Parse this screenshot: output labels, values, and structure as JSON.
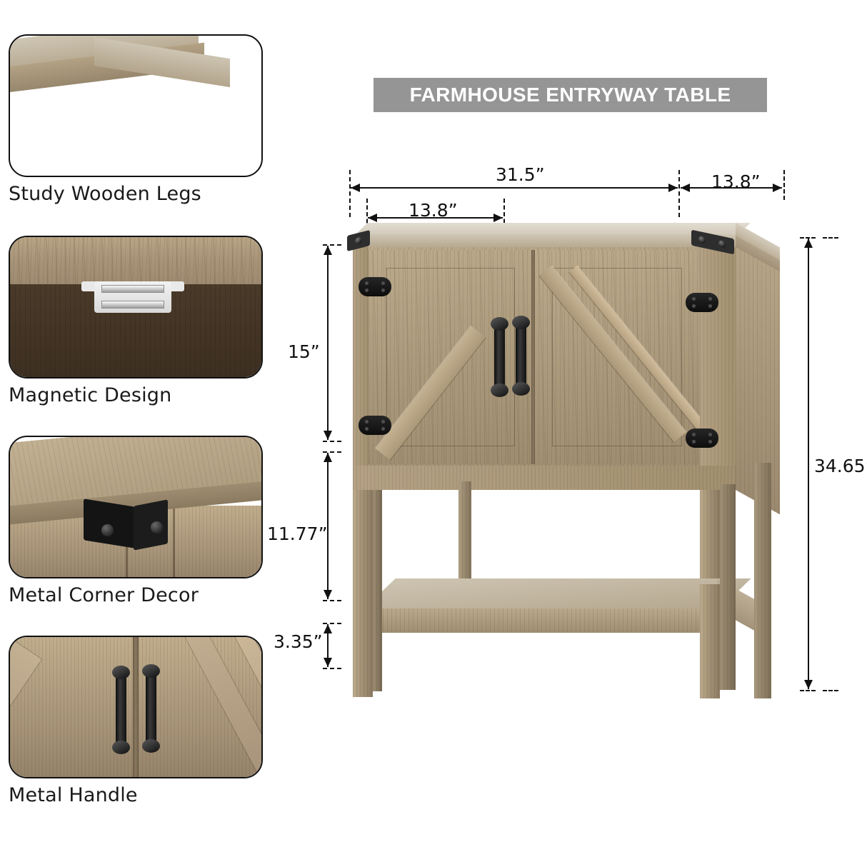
{
  "banner": {
    "title": "FARMHOUSE ENTRYWAY TABLE",
    "bg_color": "#959595",
    "text_color": "#ffffff"
  },
  "features": [
    {
      "label": "Study Wooden Legs",
      "icon": "wooden-legs-photo"
    },
    {
      "label": "Magnetic Design",
      "icon": "magnetic-catch-photo"
    },
    {
      "label": "Metal Corner Decor",
      "icon": "metal-corner-bracket-photo"
    },
    {
      "label": "Metal Handle",
      "icon": "metal-handle-photo"
    }
  ],
  "dimensions": {
    "width_top": "31.5”",
    "depth_right": "13.8”",
    "depth_left": "13.8”",
    "cabinet_height": "15”",
    "open_shelf_height": "11.77”",
    "leg_height": "3.35”",
    "total_height": "34.65”"
  },
  "product": {
    "name": "farmhouse-entryway-console-table",
    "wood_color": "#a8967a",
    "top_color": "#d8d2c6",
    "hardware_color": "#141414",
    "doors": 2,
    "shelves": 1,
    "legs": 4
  }
}
